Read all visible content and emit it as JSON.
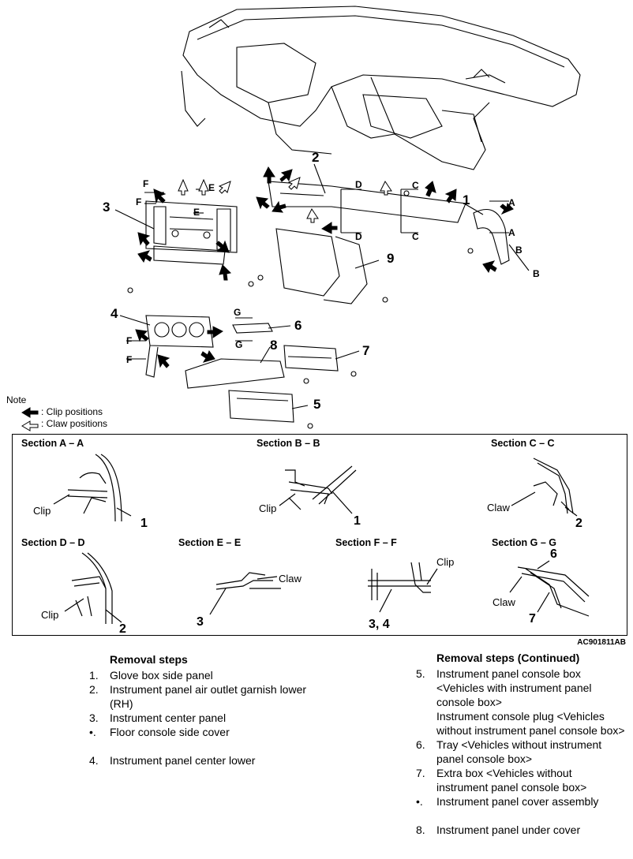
{
  "callouts": {
    "n1": "1",
    "n2": "2",
    "n3": "3",
    "n4": "4",
    "n5": "5",
    "n6": "6",
    "n7": "7",
    "n8": "8",
    "n9": "9"
  },
  "letters": {
    "a": "A",
    "b": "B",
    "c": "C",
    "d": "D",
    "e": "E",
    "f": "F",
    "g": "G"
  },
  "note": {
    "heading": "Note",
    "clip": ": Clip positions",
    "claw": ": Claw positions"
  },
  "sections": {
    "aa": {
      "title": "Section A – A",
      "label": "Clip",
      "num": "1"
    },
    "bb": {
      "title": "Section B – B",
      "label": "Clip",
      "num": "1"
    },
    "cc": {
      "title": "Section C – C",
      "label": "Claw",
      "num": "2"
    },
    "dd": {
      "title": "Section D – D",
      "label": "Clip",
      "num": "2"
    },
    "ee": {
      "title": "Section E – E",
      "label": "Claw",
      "num": "3"
    },
    "ff": {
      "title": "Section F – F",
      "label": "Clip",
      "num": "3, 4"
    },
    "gg": {
      "title": "Section G – G",
      "label": "Claw",
      "num6": "6",
      "num7": "7"
    }
  },
  "figure_code": "AC901811AB",
  "removal_left": {
    "heading": "Removal steps",
    "items": [
      {
        "n": "1.",
        "t": "Glove box side panel"
      },
      {
        "n": "2.",
        "t": "Instrument panel air outlet garnish lower (RH)"
      },
      {
        "n": "3.",
        "t": "Instrument center panel"
      },
      {
        "n": "•.",
        "t": "Floor console side cover"
      },
      {
        "n": "4.",
        "t": "Instrument panel center lower"
      }
    ]
  },
  "removal_right": {
    "heading": "Removal steps (Continued)",
    "items": [
      {
        "n": "5.",
        "t": "Instrument panel console box <Vehicles with instrument panel console box>"
      },
      {
        "n": "",
        "t": "Instrument console plug <Vehicles without instrument panel console box>"
      },
      {
        "n": "6.",
        "t": "Tray <Vehicles without instrument panel console box>"
      },
      {
        "n": "7.",
        "t": "Extra box <Vehicles without instrument panel console box>"
      },
      {
        "n": "•.",
        "t": "Instrument panel cover assembly"
      },
      {
        "n": "8.",
        "t": "Instrument panel under cover"
      }
    ]
  }
}
